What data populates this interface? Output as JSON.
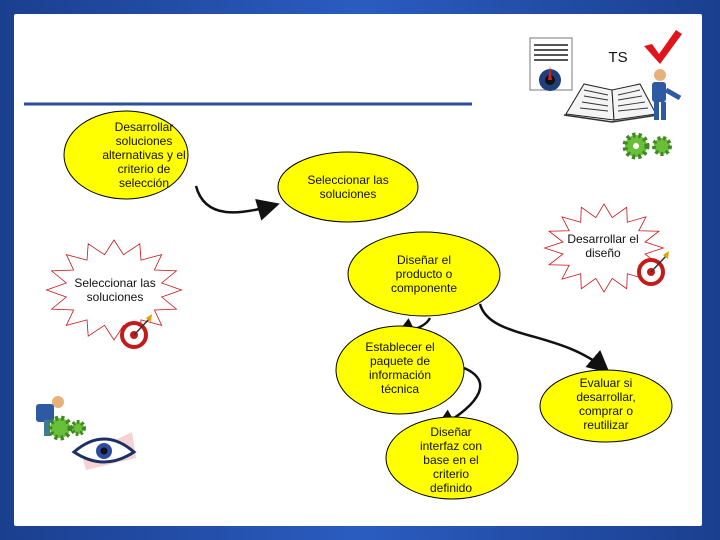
{
  "header": {
    "label": "TS"
  },
  "nodes": {
    "n1": "Desarrollar soluciones alternativas y el criterio de selección",
    "n2": "Seleccionar las soluciones",
    "n3": "Seleccionar las soluciones",
    "n4": "Diseñar el producto o componente",
    "n5": "Desarrollar el diseño",
    "n6": "Establecer el paquete de información técnica",
    "n7": "Evaluar si desarrollar, comprar o reutilizar",
    "n8": "Diseñar interfaz con base en el criterio definido"
  },
  "colors": {
    "background": "#1f4fa6",
    "node_fill": "#ffff00",
    "node_stroke": "#000000",
    "header_rule": "#2b4d9a",
    "check": "#e1141b",
    "target": "#c41a1a",
    "gear": "#6abf3a"
  },
  "icons": [
    "document-icon",
    "book-icon",
    "check-icon",
    "person-pointing-icon",
    "gear-icon",
    "target-icon",
    "eye-icon"
  ]
}
